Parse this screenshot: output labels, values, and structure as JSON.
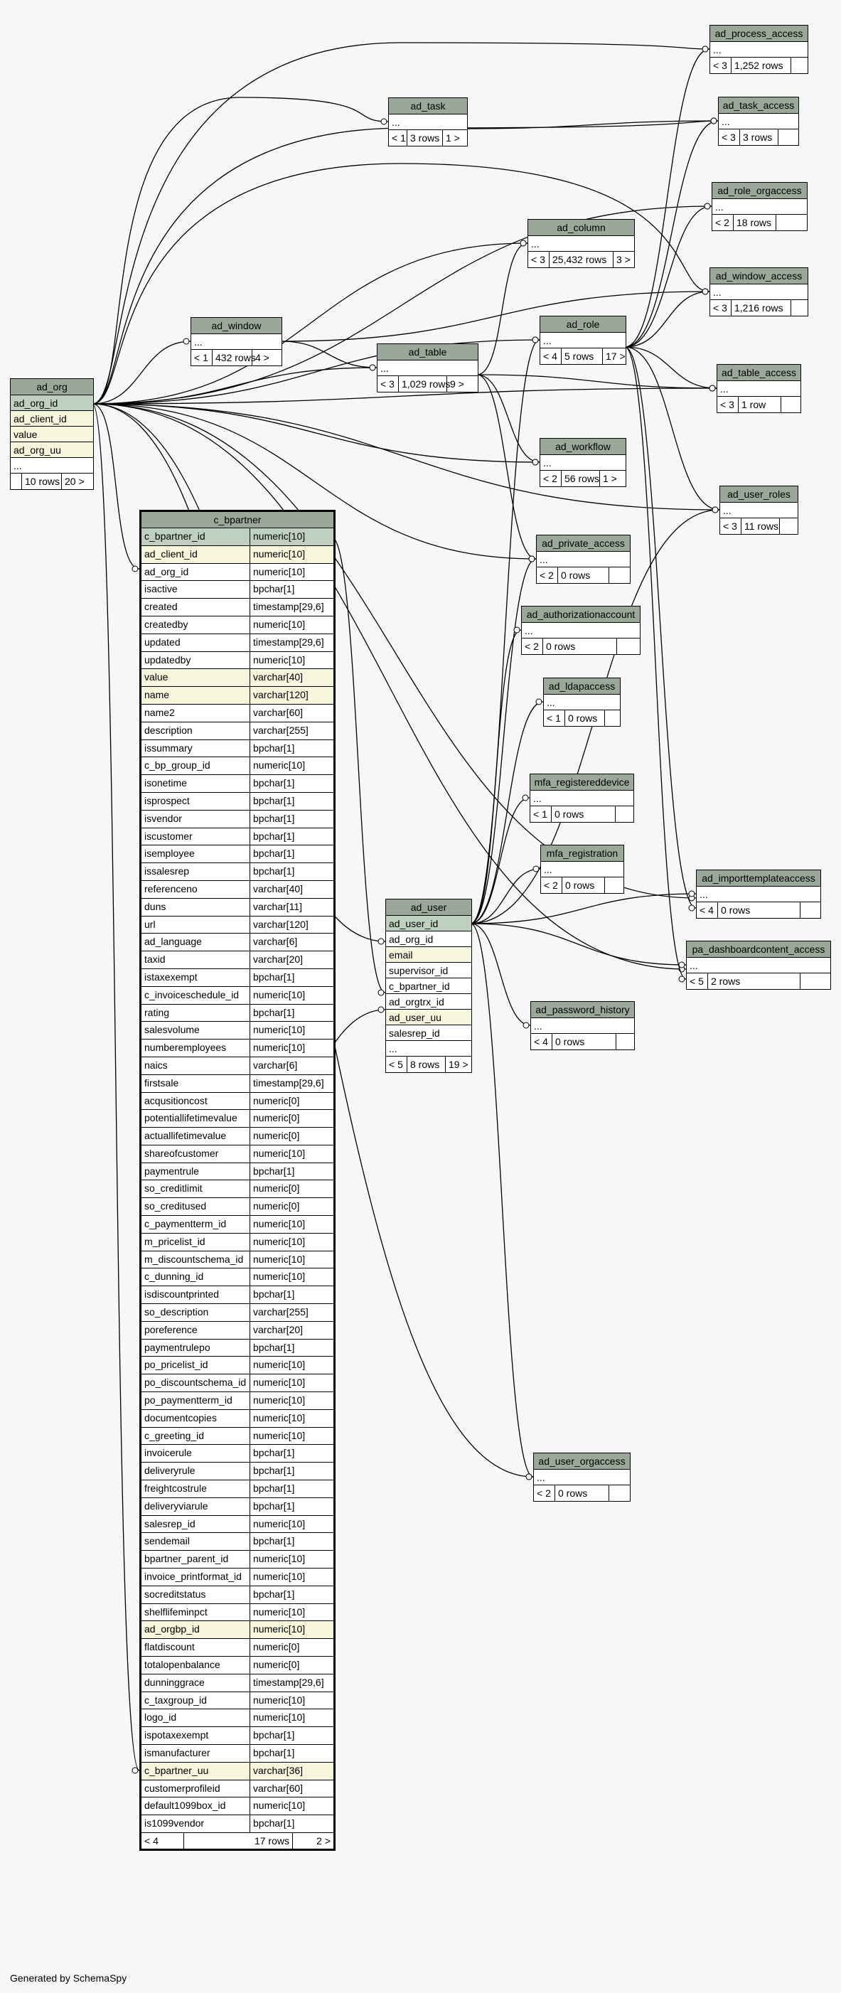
{
  "footer": "Generated by SchemaSpy",
  "tables": {
    "ad_org": {
      "name": "ad_org",
      "rows": [
        "ad_org_id",
        "ad_client_id",
        "value",
        "ad_org_uu",
        "..."
      ],
      "footer": [
        "",
        "10 rows",
        "20 >"
      ]
    },
    "ad_window": {
      "name": "ad_window",
      "rows": [
        "..."
      ],
      "footer": [
        "< 1",
        "432 rows",
        "4 >"
      ]
    },
    "ad_task": {
      "name": "ad_task",
      "rows": [
        "..."
      ],
      "footer": [
        "< 1",
        "3 rows",
        "1 >"
      ]
    },
    "ad_table": {
      "name": "ad_table",
      "rows": [
        "..."
      ],
      "footer": [
        "< 3",
        "1,029 rows",
        "9 >"
      ]
    },
    "ad_column": {
      "name": "ad_column",
      "rows": [
        "..."
      ],
      "footer": [
        "< 3",
        "25,432 rows",
        "3 >"
      ]
    },
    "ad_role": {
      "name": "ad_role",
      "rows": [
        "..."
      ],
      "footer": [
        "< 4",
        "5 rows",
        "17 >"
      ]
    },
    "ad_workflow": {
      "name": "ad_workflow",
      "rows": [
        "..."
      ],
      "footer": [
        "< 2",
        "56 rows",
        "1 >"
      ]
    },
    "ad_process_access": {
      "name": "ad_process_access",
      "rows": [
        "..."
      ],
      "footer": [
        "< 3",
        "1,252 rows",
        ""
      ]
    },
    "ad_task_access": {
      "name": "ad_task_access",
      "rows": [
        "..."
      ],
      "footer": [
        "< 3",
        "3 rows",
        ""
      ]
    },
    "ad_role_orgaccess": {
      "name": "ad_role_orgaccess",
      "rows": [
        "..."
      ],
      "footer": [
        "< 2",
        "18 rows",
        ""
      ]
    },
    "ad_window_access": {
      "name": "ad_window_access",
      "rows": [
        "..."
      ],
      "footer": [
        "< 3",
        "1,216 rows",
        ""
      ]
    },
    "ad_table_access": {
      "name": "ad_table_access",
      "rows": [
        "..."
      ],
      "footer": [
        "< 3",
        "1 row",
        ""
      ]
    },
    "ad_user_roles": {
      "name": "ad_user_roles",
      "rows": [
        "..."
      ],
      "footer": [
        "< 3",
        "11 rows",
        ""
      ]
    },
    "ad_private_access": {
      "name": "ad_private_access",
      "rows": [
        "..."
      ],
      "footer": [
        "< 2",
        "0 rows",
        ""
      ]
    },
    "ad_authorizationaccount": {
      "name": "ad_authorizationaccount",
      "rows": [
        "..."
      ],
      "footer": [
        "< 2",
        "0 rows",
        ""
      ]
    },
    "ad_ldapaccess": {
      "name": "ad_ldapaccess",
      "rows": [
        "..."
      ],
      "footer": [
        "< 1",
        "0 rows",
        ""
      ]
    },
    "mfa_registereddevice": {
      "name": "mfa_registereddevice",
      "rows": [
        "..."
      ],
      "footer": [
        "< 1",
        "0 rows",
        ""
      ]
    },
    "mfa_registration": {
      "name": "mfa_registration",
      "rows": [
        "..."
      ],
      "footer": [
        "< 2",
        "0 rows",
        ""
      ]
    },
    "ad_user": {
      "name": "ad_user",
      "rows": [
        "ad_user_id",
        "ad_org_id",
        "email",
        "supervisor_id",
        "c_bpartner_id",
        "ad_orgtrx_id",
        "ad_user_uu",
        "salesrep_id",
        "..."
      ],
      "footer": [
        "< 5",
        "8 rows",
        "19 >"
      ]
    },
    "ad_password_history": {
      "name": "ad_password_history",
      "rows": [
        "..."
      ],
      "footer": [
        "< 4",
        "0 rows",
        ""
      ]
    },
    "ad_importtemplateaccess": {
      "name": "ad_importtemplateaccess",
      "rows": [
        "..."
      ],
      "footer": [
        "< 4",
        "0 rows",
        ""
      ]
    },
    "pa_dashboardcontent_access": {
      "name": "pa_dashboardcontent_access",
      "rows": [
        "..."
      ],
      "footer": [
        "< 5",
        "2 rows",
        ""
      ]
    },
    "ad_user_orgaccess": {
      "name": "ad_user_orgaccess",
      "rows": [
        "..."
      ],
      "footer": [
        "< 2",
        "0 rows",
        ""
      ]
    }
  },
  "c_bpartner": {
    "name": "c_bpartner",
    "columns": [
      {
        "n": "c_bpartner_id",
        "t": "numeric[10]"
      },
      {
        "n": "ad_client_id",
        "t": "numeric[10]"
      },
      {
        "n": "ad_org_id",
        "t": "numeric[10]"
      },
      {
        "n": "isactive",
        "t": "bpchar[1]"
      },
      {
        "n": "created",
        "t": "timestamp[29,6]"
      },
      {
        "n": "createdby",
        "t": "numeric[10]"
      },
      {
        "n": "updated",
        "t": "timestamp[29,6]"
      },
      {
        "n": "updatedby",
        "t": "numeric[10]"
      },
      {
        "n": "value",
        "t": "varchar[40]"
      },
      {
        "n": "name",
        "t": "varchar[120]"
      },
      {
        "n": "name2",
        "t": "varchar[60]"
      },
      {
        "n": "description",
        "t": "varchar[255]"
      },
      {
        "n": "issummary",
        "t": "bpchar[1]"
      },
      {
        "n": "c_bp_group_id",
        "t": "numeric[10]"
      },
      {
        "n": "isonetime",
        "t": "bpchar[1]"
      },
      {
        "n": "isprospect",
        "t": "bpchar[1]"
      },
      {
        "n": "isvendor",
        "t": "bpchar[1]"
      },
      {
        "n": "iscustomer",
        "t": "bpchar[1]"
      },
      {
        "n": "isemployee",
        "t": "bpchar[1]"
      },
      {
        "n": "issalesrep",
        "t": "bpchar[1]"
      },
      {
        "n": "referenceno",
        "t": "varchar[40]"
      },
      {
        "n": "duns",
        "t": "varchar[11]"
      },
      {
        "n": "url",
        "t": "varchar[120]"
      },
      {
        "n": "ad_language",
        "t": "varchar[6]"
      },
      {
        "n": "taxid",
        "t": "varchar[20]"
      },
      {
        "n": "istaxexempt",
        "t": "bpchar[1]"
      },
      {
        "n": "c_invoiceschedule_id",
        "t": "numeric[10]"
      },
      {
        "n": "rating",
        "t": "bpchar[1]"
      },
      {
        "n": "salesvolume",
        "t": "numeric[10]"
      },
      {
        "n": "numberemployees",
        "t": "numeric[10]"
      },
      {
        "n": "naics",
        "t": "varchar[6]"
      },
      {
        "n": "firstsale",
        "t": "timestamp[29,6]"
      },
      {
        "n": "acqusitioncost",
        "t": "numeric[0]"
      },
      {
        "n": "potentiallifetimevalue",
        "t": "numeric[0]"
      },
      {
        "n": "actuallifetimevalue",
        "t": "numeric[0]"
      },
      {
        "n": "shareofcustomer",
        "t": "numeric[10]"
      },
      {
        "n": "paymentrule",
        "t": "bpchar[1]"
      },
      {
        "n": "so_creditlimit",
        "t": "numeric[0]"
      },
      {
        "n": "so_creditused",
        "t": "numeric[0]"
      },
      {
        "n": "c_paymentterm_id",
        "t": "numeric[10]"
      },
      {
        "n": "m_pricelist_id",
        "t": "numeric[10]"
      },
      {
        "n": "m_discountschema_id",
        "t": "numeric[10]"
      },
      {
        "n": "c_dunning_id",
        "t": "numeric[10]"
      },
      {
        "n": "isdiscountprinted",
        "t": "bpchar[1]"
      },
      {
        "n": "so_description",
        "t": "varchar[255]"
      },
      {
        "n": "poreference",
        "t": "varchar[20]"
      },
      {
        "n": "paymentrulepo",
        "t": "bpchar[1]"
      },
      {
        "n": "po_pricelist_id",
        "t": "numeric[10]"
      },
      {
        "n": "po_discountschema_id",
        "t": "numeric[10]"
      },
      {
        "n": "po_paymentterm_id",
        "t": "numeric[10]"
      },
      {
        "n": "documentcopies",
        "t": "numeric[10]"
      },
      {
        "n": "c_greeting_id",
        "t": "numeric[10]"
      },
      {
        "n": "invoicerule",
        "t": "bpchar[1]"
      },
      {
        "n": "deliveryrule",
        "t": "bpchar[1]"
      },
      {
        "n": "freightcostrule",
        "t": "bpchar[1]"
      },
      {
        "n": "deliveryviarule",
        "t": "bpchar[1]"
      },
      {
        "n": "salesrep_id",
        "t": "numeric[10]"
      },
      {
        "n": "sendemail",
        "t": "bpchar[1]"
      },
      {
        "n": "bpartner_parent_id",
        "t": "numeric[10]"
      },
      {
        "n": "invoice_printformat_id",
        "t": "numeric[10]"
      },
      {
        "n": "socreditstatus",
        "t": "bpchar[1]"
      },
      {
        "n": "shelflifeminpct",
        "t": "numeric[10]"
      },
      {
        "n": "ad_orgbp_id",
        "t": "numeric[10]"
      },
      {
        "n": "flatdiscount",
        "t": "numeric[0]"
      },
      {
        "n": "totalopenbalance",
        "t": "numeric[0]"
      },
      {
        "n": "dunninggrace",
        "t": "timestamp[29,6]"
      },
      {
        "n": "c_taxgroup_id",
        "t": "numeric[10]"
      },
      {
        "n": "logo_id",
        "t": "numeric[10]"
      },
      {
        "n": "ispotaxexempt",
        "t": "bpchar[1]"
      },
      {
        "n": "ismanufacturer",
        "t": "bpchar[1]"
      },
      {
        "n": "c_bpartner_uu",
        "t": "varchar[36]"
      },
      {
        "n": "customerprofileid",
        "t": "varchar[60]"
      },
      {
        "n": "default1099box_id",
        "t": "numeric[10]"
      },
      {
        "n": "is1099vendor",
        "t": "bpchar[1]"
      }
    ],
    "footer": [
      "< 4",
      "17 rows",
      "2 >"
    ]
  }
}
